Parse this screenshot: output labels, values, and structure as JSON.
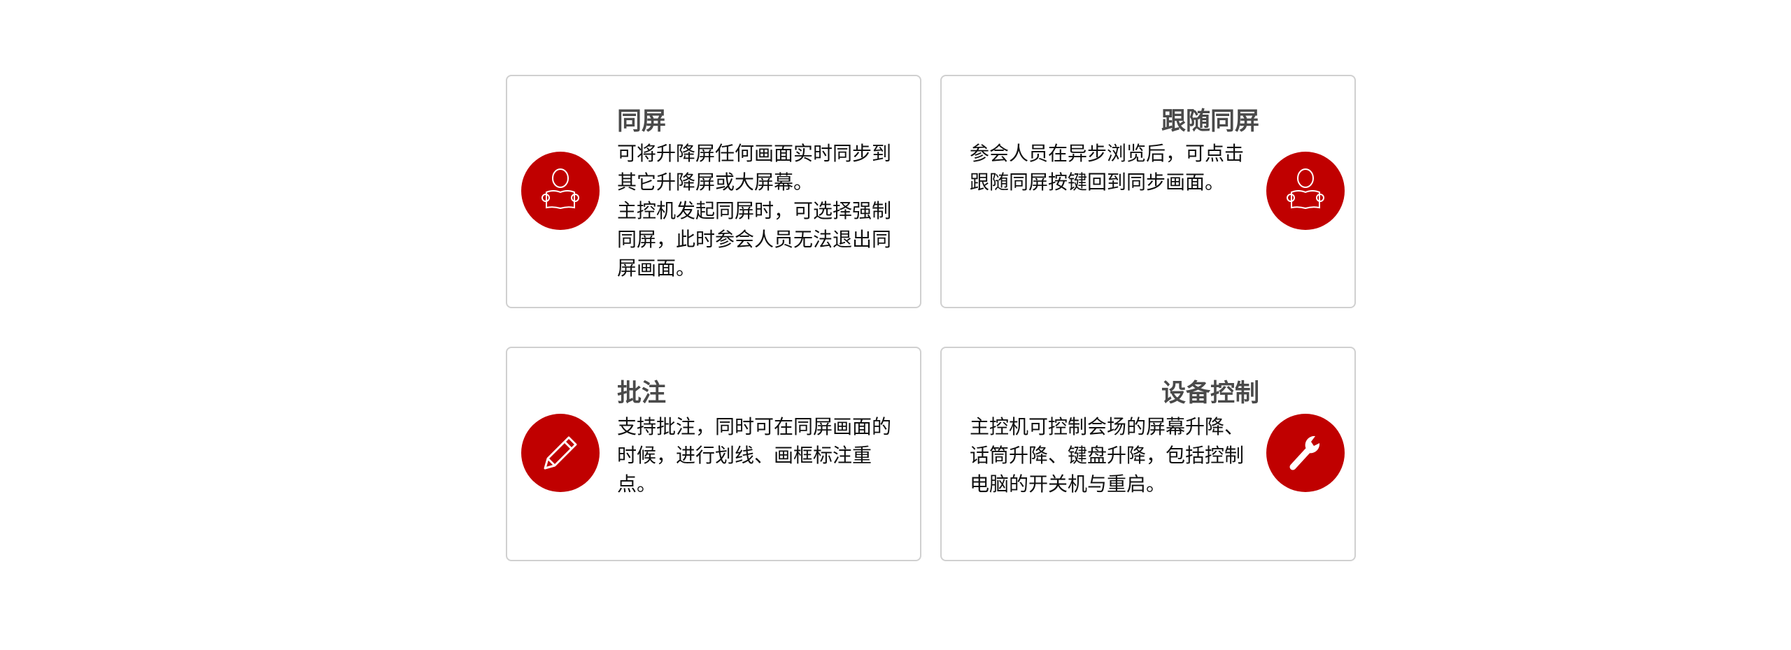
{
  "features": [
    {
      "title": "同屏",
      "icon": "reader-icon",
      "lines": [
        "可将升降屏任何画面实时同步到其它升降屏或大屏幕。",
        "主控机发起同屏时，可选择强制同屏，此时参会人员无法退出同屏画面。"
      ]
    },
    {
      "title": "跟随同屏",
      "icon": "reader-icon",
      "lines": [
        "参会人员在异步浏览后，可点击跟随同屏按键回到同步画面。"
      ]
    },
    {
      "title": "批注",
      "icon": "pencil-icon",
      "lines": [
        "支持批注，同时可在同屏画面的时候，进行划线、画框标注重点。"
      ]
    },
    {
      "title": "设备控制",
      "icon": "wrench-icon",
      "lines": [
        "主控机可控制会场的屏幕升降、话筒升降、键盘升降，包括控制电脑的开关机与重启。"
      ]
    }
  ],
  "colors": {
    "accent": "#c00000",
    "title": "#4a4a4a",
    "border": "#d0d0d0"
  }
}
